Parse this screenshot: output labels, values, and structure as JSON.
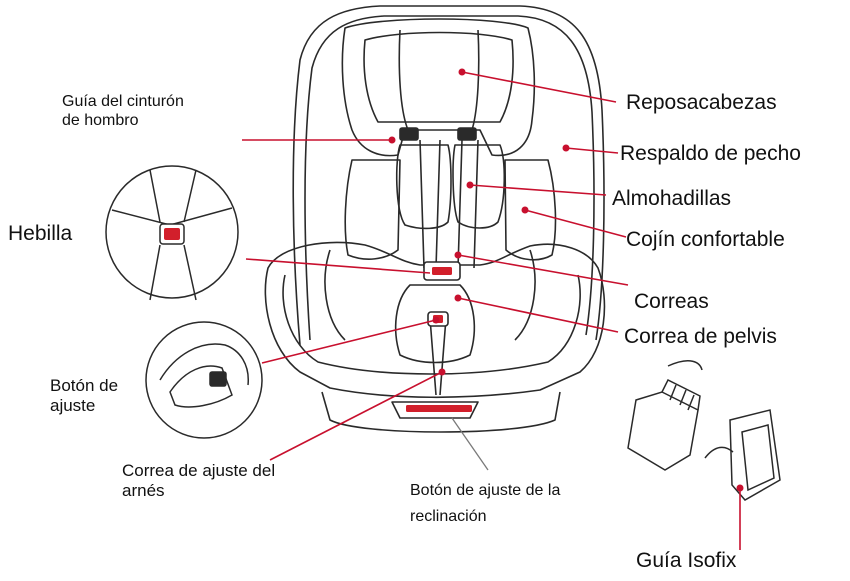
{
  "labels": {
    "guia_hombro": "Guía del cinturón\nde hombro",
    "reposacabezas": "Reposacabezas",
    "respaldo": "Respaldo de pecho",
    "almohadillas": "Almohadillas",
    "cojin": "Cojín confortable",
    "hebilla": "Hebilla",
    "correas": "Correas",
    "correa_pelvis": "Correa de pelvis",
    "boton_ajuste": "Botón de\najuste",
    "correa_arnes": "Correa de ajuste del\narnés",
    "boton_reclinacion": "Botón de ajuste de la\nreclinación",
    "guia_isofix": "Guía Isofix"
  },
  "colors": {
    "leader": "#c8102e",
    "accent": "#d21f2b",
    "outline": "#2a2a2a",
    "grey_leader": "#7a7a7a"
  }
}
